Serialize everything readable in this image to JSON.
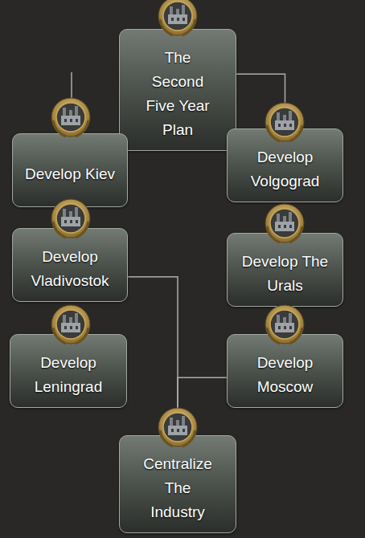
{
  "diagram": {
    "nodes": [
      {
        "text": [
          "The Second Five Year Plan"
        ]
      },
      {
        "text": [
          "Develop Kiev"
        ]
      },
      {
        "text": [
          "Develop Volgograd"
        ]
      },
      {
        "text": [
          "Develop Vladivostok"
        ]
      },
      {
        "text": [
          "Develop The Urals"
        ]
      },
      {
        "text": [
          "Develop Leningrad"
        ]
      },
      {
        "text": [
          "Develop Moscow"
        ]
      },
      {
        "text": [
          "Centralize The Industry"
        ]
      }
    ],
    "edges": [
      {
        "from": 0,
        "to": 2,
        "arrow": "none"
      },
      {
        "from": 3,
        "to": 7,
        "arrow": "none"
      },
      {
        "from": 6,
        "to": 7,
        "arrow": "none"
      }
    ]
  }
}
